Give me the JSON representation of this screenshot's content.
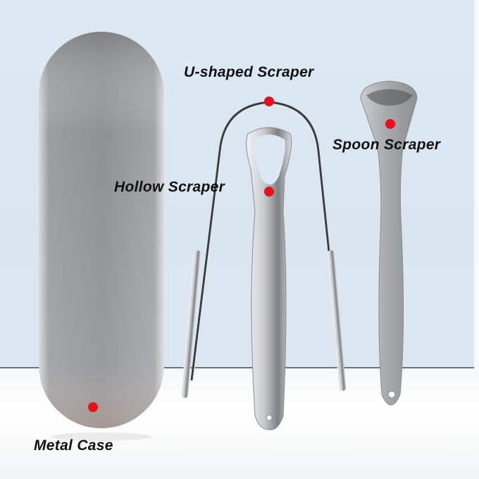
{
  "image": {
    "description": "Tongue scraper set product photo with labeled parts",
    "background": {
      "wall": "#dce8f1",
      "floor": "#ffffff",
      "horizon_line": "#6f7478"
    }
  },
  "labels": [
    {
      "id": "u-shaped",
      "text": "U-shaped Scraper"
    },
    {
      "id": "spoon",
      "text": "Spoon Scraper"
    },
    {
      "id": "hollow",
      "text": "Hollow Scraper"
    },
    {
      "id": "case",
      "text": "Metal Case"
    }
  ],
  "markers": {
    "color": "#e8101a"
  }
}
